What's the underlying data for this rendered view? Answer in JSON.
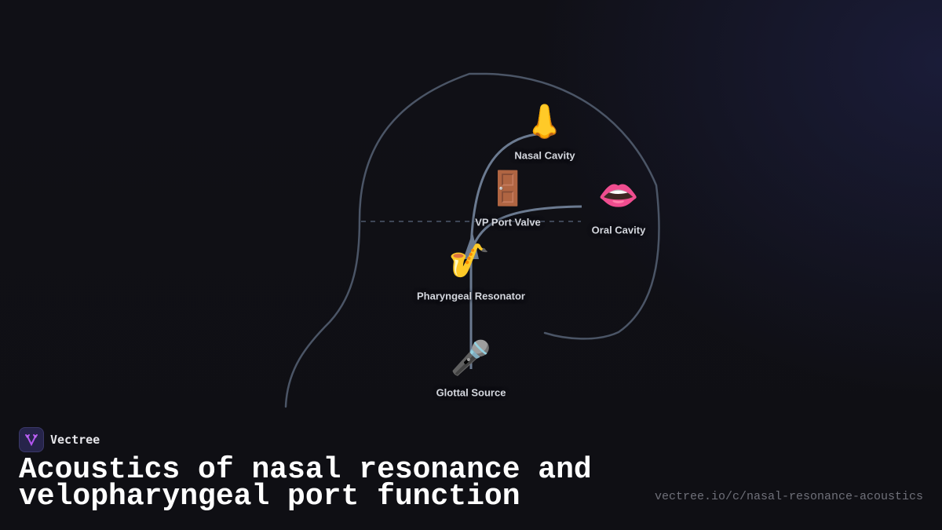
{
  "brand": {
    "name": "Vectree",
    "logo_icon": "branching-v-icon",
    "logo_color": "#a855f7"
  },
  "title": {
    "line1": "Acoustics of nasal resonance and",
    "line2": "velopharyngeal port function"
  },
  "url": "vectree.io/c/nasal-resonance-acoustics",
  "colors": {
    "background": "#101015",
    "outline": "#4b5566",
    "path": "#6b7a90",
    "label": "#d4d7de"
  },
  "diagram": {
    "nodes": [
      {
        "id": "nasal",
        "label": "Nasal Cavity",
        "icon": "nose-icon",
        "emoji": "👃"
      },
      {
        "id": "vp",
        "label": "VP Port Valve",
        "icon": "door-icon",
        "emoji": "🚪"
      },
      {
        "id": "oral",
        "label": "Oral Cavity",
        "icon": "mouth-icon",
        "emoji": "👄"
      },
      {
        "id": "pharyngeal",
        "label": "Pharyngeal Resonator",
        "icon": "saxophone-icon",
        "emoji": "🎷"
      },
      {
        "id": "glottal",
        "label": "Glottal Source",
        "icon": "microphone-icon",
        "emoji": "🎤"
      }
    ],
    "edges": [
      {
        "from": "glottal",
        "to": "pharyngeal"
      },
      {
        "from": "pharyngeal",
        "to": "nasal"
      },
      {
        "from": "pharyngeal",
        "to": "oral"
      }
    ]
  }
}
